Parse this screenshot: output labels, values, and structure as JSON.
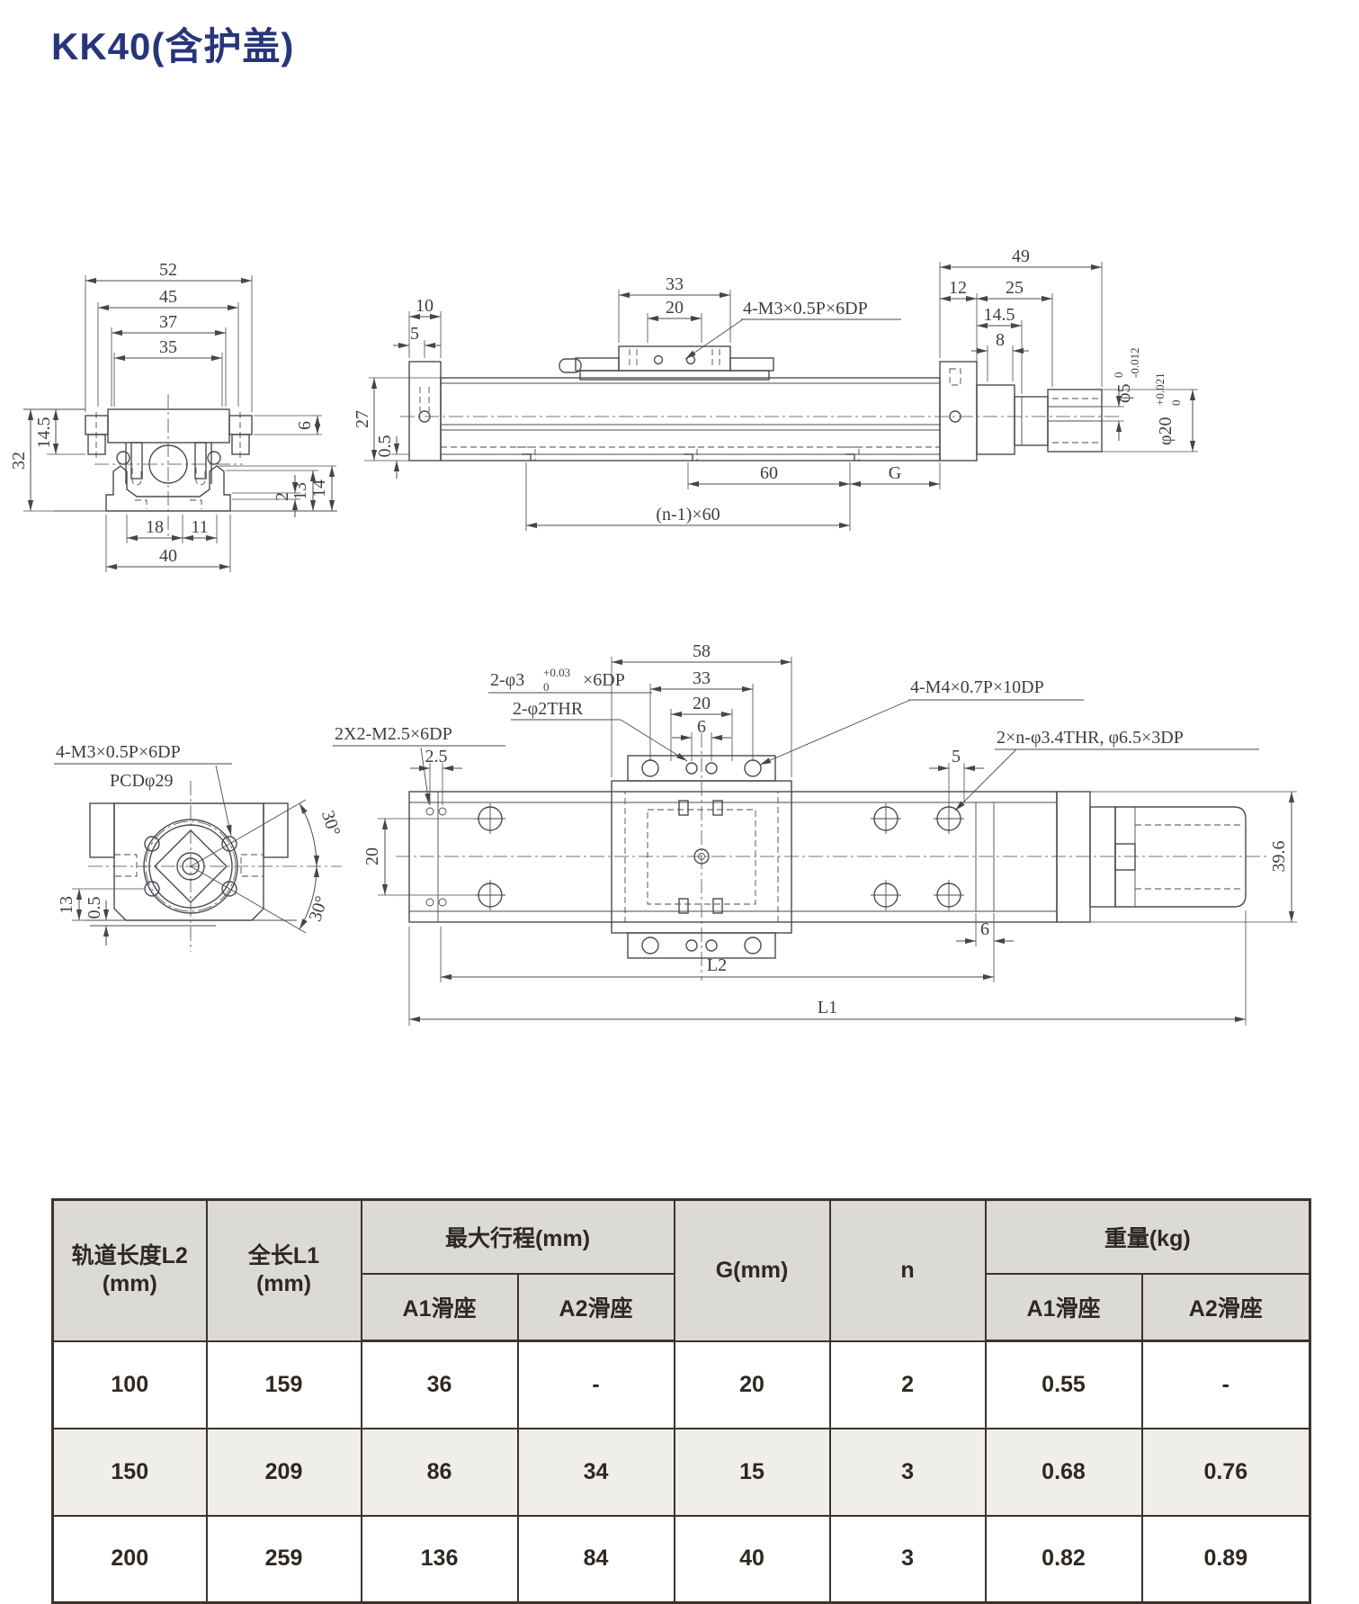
{
  "title": "KK40(含护盖)",
  "front": {
    "d52": "52",
    "d45": "45",
    "d37": "37",
    "d35": "35",
    "d32": "32",
    "d145": "14.5",
    "d6": "6",
    "d2": "2",
    "d13": "13",
    "d14": "14",
    "d18": "18",
    "d11": "11",
    "d40": "40"
  },
  "side": {
    "d10": "10",
    "d5": "5",
    "d33": "33",
    "d20": "20",
    "m3": "4-M3×0.5P×6DP",
    "d49": "49",
    "d12": "12",
    "d25": "25",
    "d145": "14.5",
    "d8": "8",
    "phi5": "φ5",
    "phi5up": "0",
    "phi5dn": "-0.012",
    "phi20": "φ20",
    "phi20up": "+0.021",
    "phi20dn": "0",
    "d27": "27",
    "d05": "0.5",
    "d60": "60",
    "g": "G",
    "n60": "(n-1)×60"
  },
  "end": {
    "m3": "4-M3×0.5P×6DP",
    "pcd": "PCDφ29",
    "d13": "13",
    "d05": "0.5",
    "a30a": "30°",
    "a30b": "30°"
  },
  "top": {
    "phi3": "2-φ3",
    "phi3up": "+0.03",
    "phi3dn": "0",
    "phi3sfx": "×6DP",
    "phi2": "2-φ2THR",
    "m25": "2X2-M2.5×6DP",
    "d25": "2.5",
    "m4": "4-M4×0.7P×10DP",
    "phi34": "2×n-φ3.4THR, φ6.5×3DP",
    "d58": "58",
    "d33": "33",
    "d20": "20",
    "d6": "6",
    "d5": "5",
    "d20v": "20",
    "d396": "39.6",
    "d6b": "6",
    "l2": "L2",
    "l1": "L1"
  },
  "table": {
    "col_l2": {
      "l1": "轨道长度L2",
      "l2": "(mm)"
    },
    "col_l1": {
      "l1": "全长L1",
      "l2": "(mm)"
    },
    "grp_stroke": "最大行程(mm)",
    "col_a1": "A1滑座",
    "col_a2": "A2滑座",
    "col_g": "G(mm)",
    "col_n": "n",
    "grp_weight": "重量(kg)",
    "col_wa1": "A1滑座",
    "col_wa2": "A2滑座",
    "rows": [
      [
        "100",
        "159",
        "36",
        "-",
        "20",
        "2",
        "0.55",
        "-"
      ],
      [
        "150",
        "209",
        "86",
        "34",
        "15",
        "3",
        "0.68",
        "0.76"
      ],
      [
        "200",
        "259",
        "136",
        "84",
        "40",
        "3",
        "0.82",
        "0.89"
      ]
    ]
  }
}
